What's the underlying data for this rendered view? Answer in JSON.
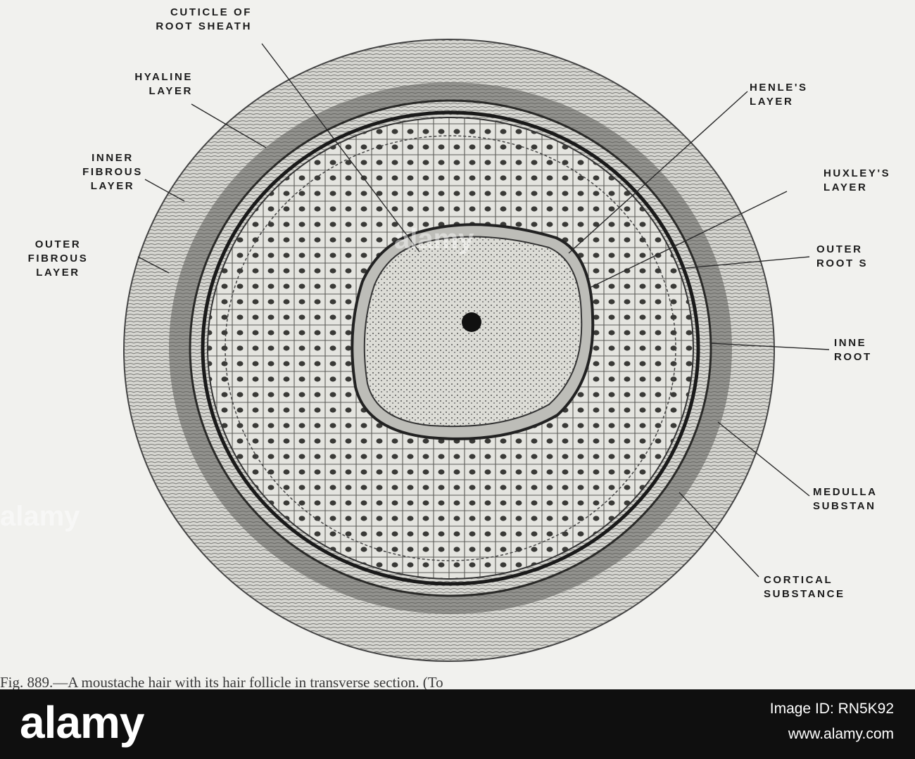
{
  "labels": {
    "cuticle": "CUTICLE OF\nROOT SHEATH",
    "hyaline": "HYALINE\nLAYER",
    "inner_fibrous": "INNER\nFIBROUS\nLAYER",
    "outer_fibrous": "OUTER\nFIBROUS\nLAYER",
    "henle": "HENLE'S\nLAYER",
    "huxley": "HUXLEY'S\nLAYER",
    "outer_root": "OUTER\nROOT S",
    "inner_root": "INNE\nROOT",
    "medulla": "MEDULLA\nSUBSTAN",
    "cortical": "CORTICAL\nSUBSTANCE"
  },
  "caption": "Fig. 889.—A moustache hair with its hair follicle in transverse section.  (To",
  "watermark": "alamy",
  "footer": {
    "logo": "alamy",
    "image_id": "Image ID: RN5K92",
    "site": "www.alamy.com"
  }
}
